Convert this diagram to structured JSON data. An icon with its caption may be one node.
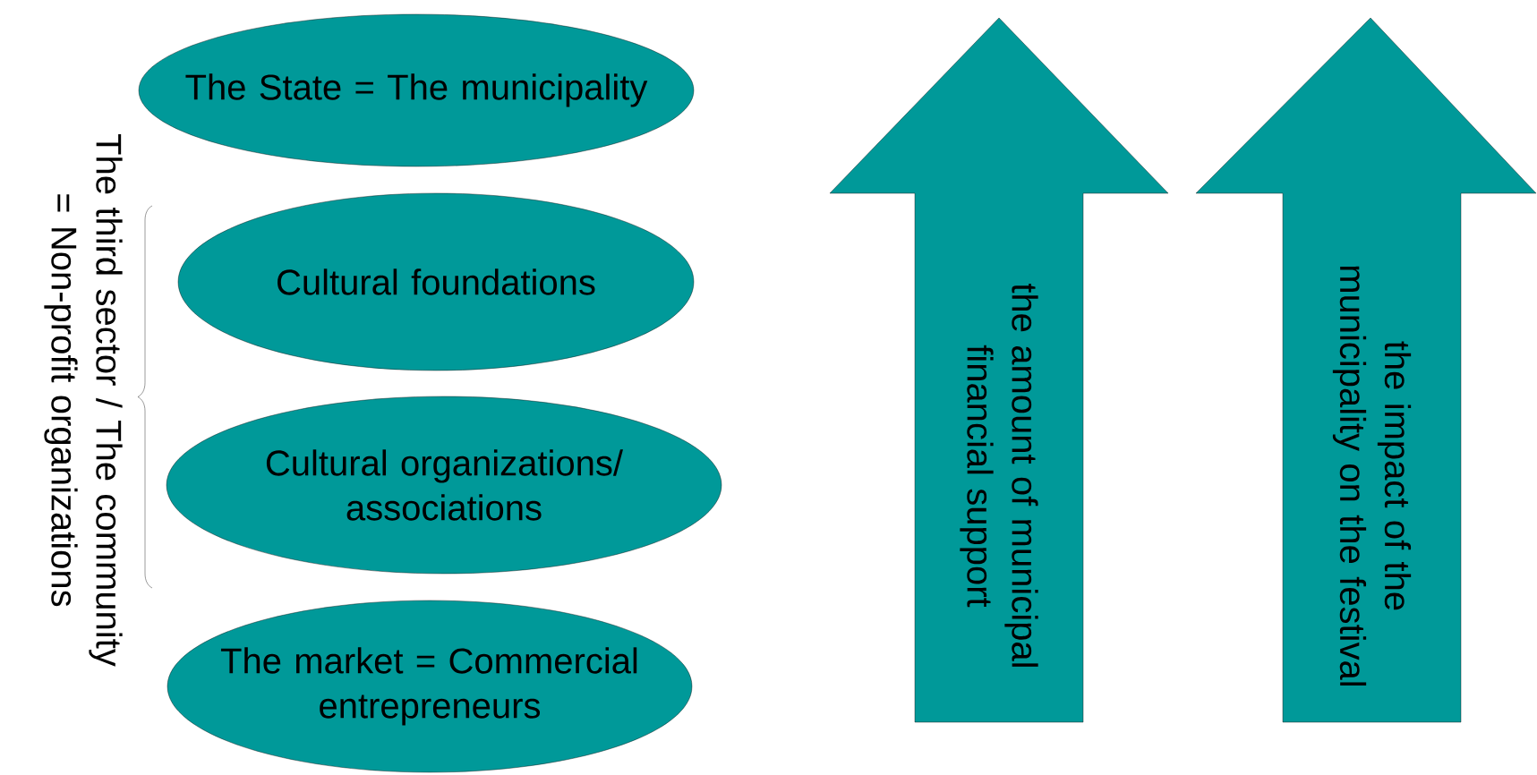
{
  "diagram": {
    "nodes": [
      {
        "text": [
          "The State = The municipality"
        ]
      },
      {
        "text": [
          "Cultural foundations"
        ]
      },
      {
        "text": [
          "Cultural organizations/ associations"
        ]
      },
      {
        "text": [
          "The market = Commercial entrepreneurs"
        ]
      },
      {
        "text": [
          "the amount of municipal financial support"
        ]
      },
      {
        "text": [
          "the impact of the municipality on the festival"
        ]
      }
    ],
    "labels": [
      "The third sector / The community = Non-profit organizations"
    ]
  }
}
